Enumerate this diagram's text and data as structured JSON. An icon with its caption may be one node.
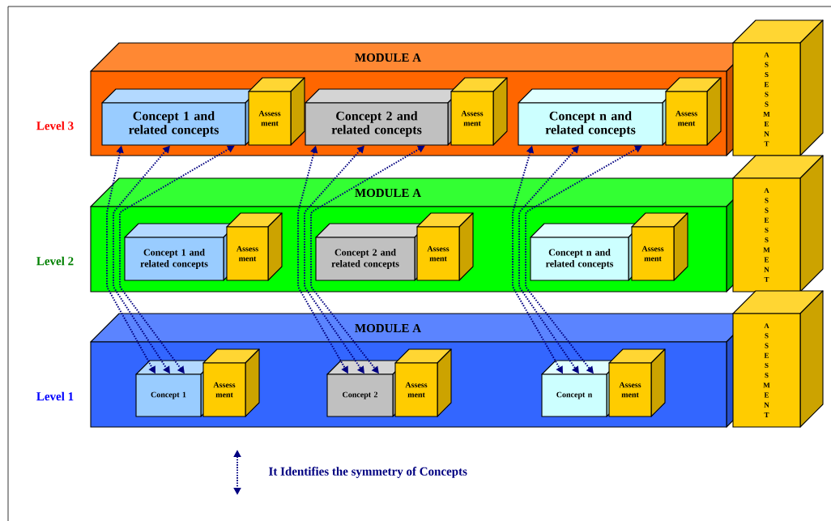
{
  "diagram": {
    "nodes": [
      {
        "text": [
          "MODULE A"
        ],
        "beside": [
          "Level 3"
        ]
      },
      {
        "text": [
          "Concept 1 and related concepts"
        ],
        "in": 0
      },
      {
        "text": [
          "Assess ment"
        ],
        "in": 0
      },
      {
        "text": [
          "Concept 2 and related concepts"
        ],
        "in": 0
      },
      {
        "text": [
          "Assess ment"
        ],
        "in": 0
      },
      {
        "text": [
          "Concept n and related concepts"
        ],
        "in": 0
      },
      {
        "text": [
          "Assess ment"
        ],
        "in": 0
      },
      {
        "text": [
          "ASSESSMENT"
        ]
      },
      {
        "text": [
          "MODULE A"
        ],
        "beside": [
          "Level 2"
        ]
      },
      {
        "text": [
          "Concept 1 and related concepts"
        ],
        "in": 8
      },
      {
        "text": [
          "Assess ment"
        ],
        "in": 8
      },
      {
        "text": [
          "Concept 2 and related concepts"
        ],
        "in": 8
      },
      {
        "text": [
          "Assess ment"
        ],
        "in": 8
      },
      {
        "text": [
          "Concept n and related concepts"
        ],
        "in": 8
      },
      {
        "text": [
          "Assess ment"
        ],
        "in": 8
      },
      {
        "text": [
          "ASSESSMENT"
        ]
      },
      {
        "text": [
          "MODULE A"
        ],
        "beside": [
          "Level 1"
        ]
      },
      {
        "text": [
          "Concept 1"
        ],
        "in": 16
      },
      {
        "text": [
          "Assess ment"
        ],
        "in": 16
      },
      {
        "text": [
          "Concept 2"
        ],
        "in": 16
      },
      {
        "text": [
          "Assess ment"
        ],
        "in": 16
      },
      {
        "text": [
          "Concept n"
        ],
        "in": 16
      },
      {
        "text": [
          "Assess ment"
        ],
        "in": 16
      },
      {
        "text": [
          "ASSESSMENT"
        ]
      }
    ],
    "edges": [
      {
        "from": 1,
        "to": 17,
        "arrow": "both"
      },
      {
        "from": 1,
        "to": 17,
        "arrow": "both"
      },
      {
        "from": 1,
        "to": 17,
        "arrow": "both"
      },
      {
        "from": 3,
        "to": 19,
        "arrow": "both"
      },
      {
        "from": 3,
        "to": 19,
        "arrow": "both"
      },
      {
        "from": 3,
        "to": 19,
        "arrow": "both"
      },
      {
        "from": 5,
        "to": 21,
        "arrow": "both"
      },
      {
        "from": 5,
        "to": 21,
        "arrow": "both"
      },
      {
        "from": 5,
        "to": 21,
        "arrow": "both"
      }
    ],
    "legend": [
      {
        "text": "It Identifies the symmetry of Concepts"
      }
    ]
  }
}
